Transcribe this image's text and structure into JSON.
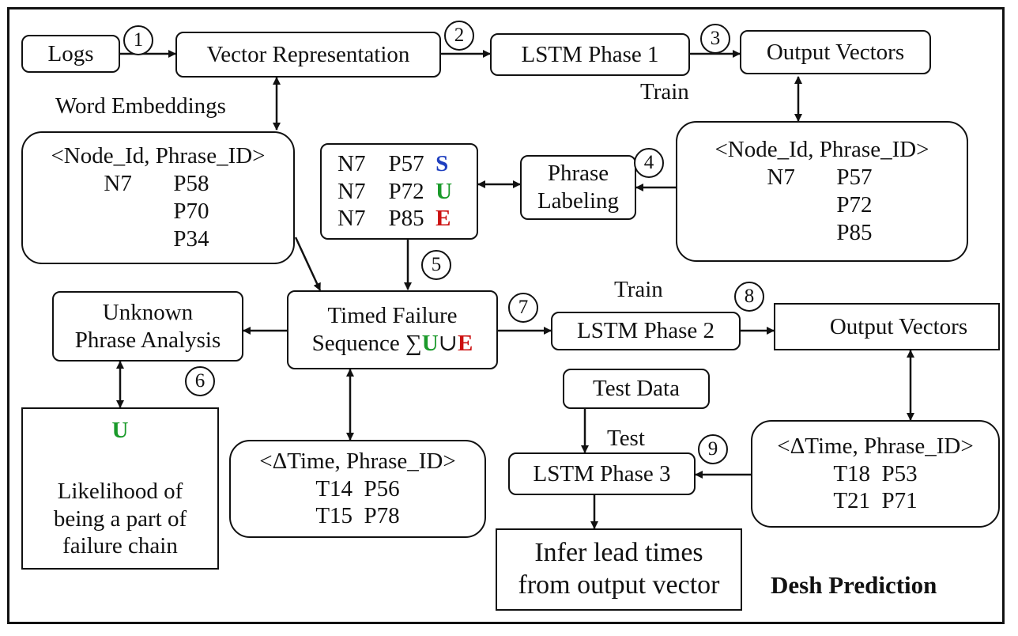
{
  "nodes": {
    "logs": "Logs",
    "vector_representation": "Vector Representation",
    "lstm_phase_1": "LSTM Phase 1",
    "output_vectors_top": "Output Vectors",
    "word_embeddings": "Word Embeddings",
    "train_top": "Train",
    "phrase_labeling_line1": "Phrase",
    "phrase_labeling_line2": "Labeling",
    "unknown_line1": "Unknown",
    "unknown_line2": "Phrase Analysis",
    "timed_line1": "Timed Failure",
    "timed_line2_prefix": "Sequence ∑",
    "timed_U": "U",
    "timed_cup": "∪",
    "timed_E": "E",
    "lstm_phase_2": "LSTM Phase 2",
    "train_mid": "Train",
    "output_vectors_mid": "Output Vectors",
    "test_data": "Test Data",
    "test_label": "Test",
    "lstm_phase_3": "LSTM Phase 3",
    "infer_line1": "Infer lead times",
    "infer_line2": "from output vector",
    "likelihood_U": "U",
    "likelihood_line1": "Likelihood of",
    "likelihood_line2": "being a part of",
    "likelihood_line3": "failure chain",
    "desh_prediction": "Desh Prediction"
  },
  "node_phrase_left": {
    "header": "<Node_Id, Phrase_ID>",
    "node": "N7",
    "phrases": [
      "P58",
      "P70",
      "P34"
    ]
  },
  "node_phrase_right": {
    "header": "<Node_Id, Phrase_ID>",
    "node": "N7",
    "phrases": [
      "P57",
      "P72",
      "P85"
    ]
  },
  "labeled_phrases": [
    {
      "node": "N7",
      "phrase": "P57",
      "label": "S"
    },
    {
      "node": "N7",
      "phrase": "P72",
      "label": "U"
    },
    {
      "node": "N7",
      "phrase": "P85",
      "label": "E"
    }
  ],
  "time_phrase_left": {
    "header": "<ΔTime, Phrase_ID>",
    "rows": [
      "T14  P56",
      "T15  P78"
    ]
  },
  "time_phrase_right": {
    "header": "<ΔTime, Phrase_ID>",
    "rows": [
      "T18  P53",
      "T21  P71"
    ]
  },
  "steps": [
    "1",
    "2",
    "3",
    "4",
    "5",
    "6",
    "7",
    "8",
    "9"
  ],
  "colors": {
    "S": "#1f3fbf",
    "U": "#1a9a2a",
    "E": "#cc1111"
  }
}
